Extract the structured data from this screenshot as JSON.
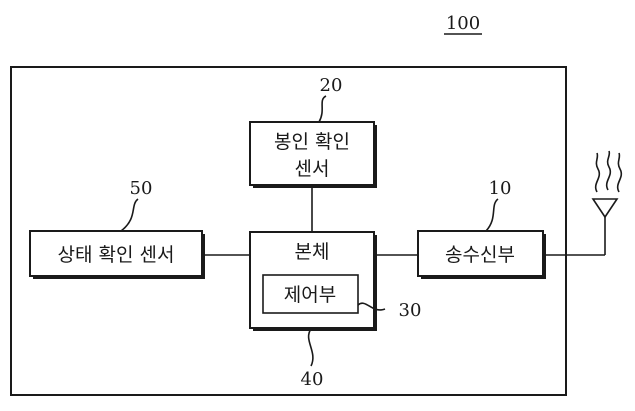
{
  "figure": {
    "ref": "100"
  },
  "blocks": {
    "seal_sensor": {
      "label_line1": "봉인 확인",
      "label_line2": "센서",
      "ref": "20"
    },
    "status_sensor": {
      "label": "상태 확인 센서",
      "ref": "50"
    },
    "transceiver": {
      "label": "송수신부",
      "ref": "10"
    },
    "main_body": {
      "label": "본체",
      "ref": "40"
    },
    "controller": {
      "label": "제어부",
      "ref": "30"
    }
  }
}
